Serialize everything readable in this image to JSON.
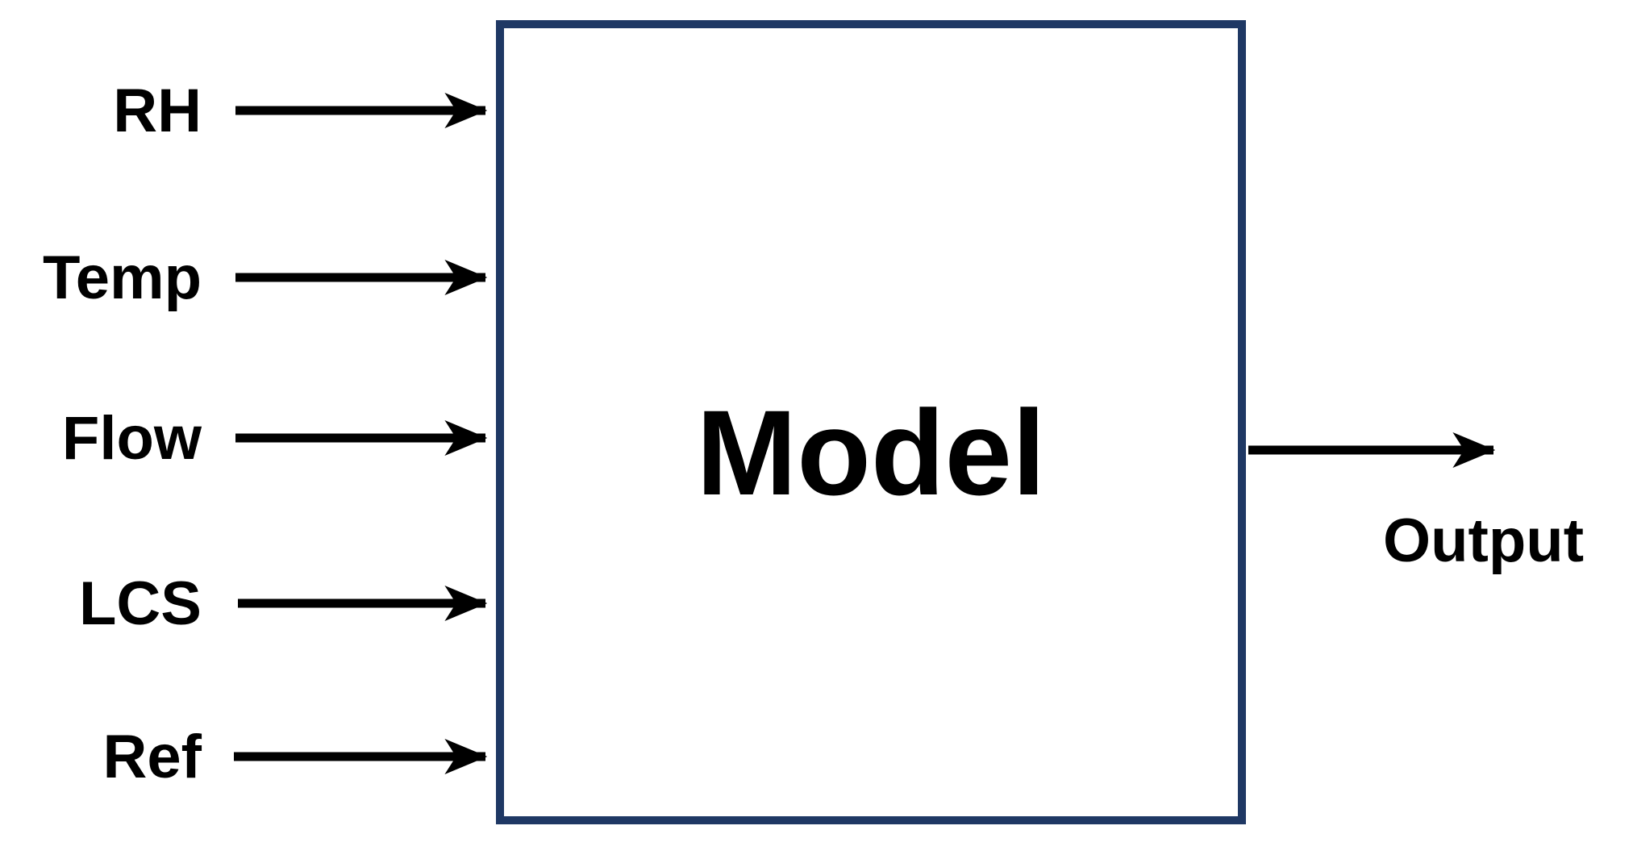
{
  "diagram": {
    "model_box": {
      "label": "Model"
    },
    "inputs": [
      {
        "label": "RH"
      },
      {
        "label": "Temp"
      },
      {
        "label": "Flow"
      },
      {
        "label": "LCS"
      },
      {
        "label": "Ref"
      }
    ],
    "output": {
      "label": "Output"
    },
    "colors": {
      "box_border": "#1f3864",
      "arrow": "#000000",
      "text": "#000000",
      "background": "#ffffff"
    }
  }
}
